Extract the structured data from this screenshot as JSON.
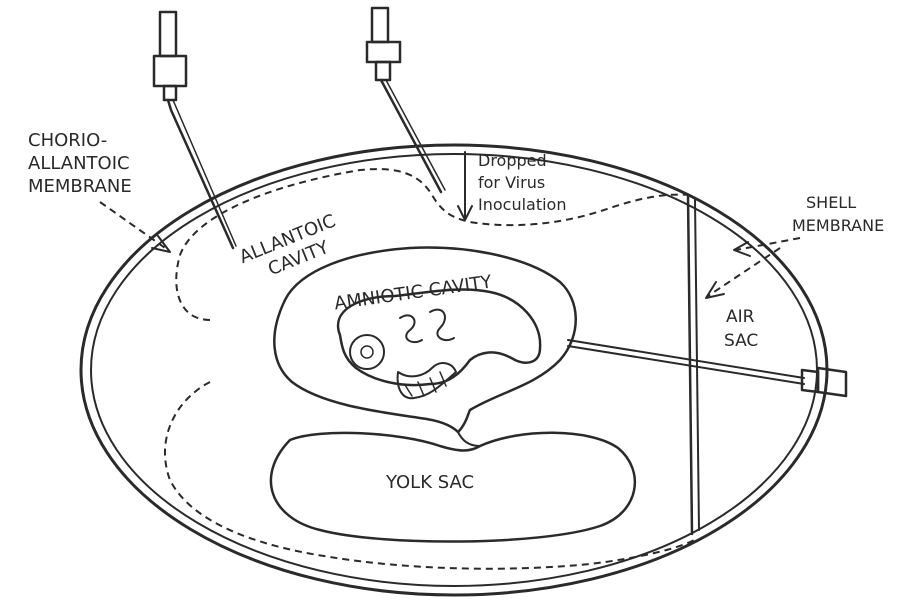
{
  "labels": {
    "chorio": [
      "CHORIO-",
      "ALLANTOIC",
      "MEMBRANE"
    ],
    "allantoic": [
      "ALLANTOIC",
      "CAVITY"
    ],
    "amniotic": "AMNIOTIC CAVITY",
    "dropped": [
      "Dropped",
      "for Virus",
      "Inoculation"
    ],
    "shell": [
      "SHELL",
      "MEMBRANE"
    ],
    "air": [
      "AIR",
      "SAC"
    ],
    "yolk": "YOLK SAC"
  },
  "colors": {
    "ink": "#2a2a2a",
    "background": "#ffffff"
  }
}
